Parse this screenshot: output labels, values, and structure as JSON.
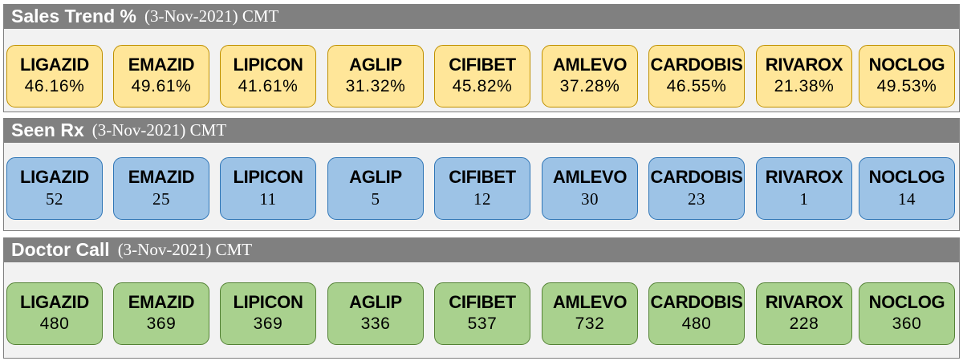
{
  "sections": [
    {
      "title": "Sales Trend %",
      "date": "(3-Nov-2021) CMT",
      "fill": "#ffe699",
      "border": "#bf9000",
      "value_font": "sans",
      "cards": [
        {
          "name": "LIGAZID",
          "value": "46.16%"
        },
        {
          "name": "EMAZID",
          "value": "49.61%"
        },
        {
          "name": "LIPICON",
          "value": "41.61%"
        },
        {
          "name": "AGLIP",
          "value": "31.32%"
        },
        {
          "name": "CIFIBET",
          "value": "45.82%"
        },
        {
          "name": "AMLEVO",
          "value": "37.28%"
        },
        {
          "name": "CARDOBIS",
          "value": "46.55%"
        },
        {
          "name": "RIVAROX",
          "value": "21.38%"
        },
        {
          "name": "NOCLOG",
          "value": "49.53%"
        }
      ]
    },
    {
      "title": "Seen Rx",
      "date": "(3-Nov-2021) CMT",
      "fill": "#9dc3e6",
      "border": "#2e75b6",
      "value_font": "serif",
      "cards": [
        {
          "name": "LIGAZID",
          "value": "52"
        },
        {
          "name": "EMAZID",
          "value": "25"
        },
        {
          "name": "LIPICON",
          "value": "11"
        },
        {
          "name": "AGLIP",
          "value": "5"
        },
        {
          "name": "CIFIBET",
          "value": "12"
        },
        {
          "name": "AMLEVO",
          "value": "30"
        },
        {
          "name": "CARDOBIS",
          "value": "23"
        },
        {
          "name": "RIVAROX",
          "value": "1"
        },
        {
          "name": "NOCLOG",
          "value": "14"
        }
      ]
    },
    {
      "title": "Doctor Call",
      "date": "(3-Nov-2021) CMT",
      "fill": "#a9d18e",
      "border": "#548235",
      "value_font": "sans",
      "cards": [
        {
          "name": "LIGAZID",
          "value": "480"
        },
        {
          "name": "EMAZID",
          "value": "369"
        },
        {
          "name": "LIPICON",
          "value": "369"
        },
        {
          "name": "AGLIP",
          "value": "336"
        },
        {
          "name": "CIFIBET",
          "value": "537"
        },
        {
          "name": "AMLEVO",
          "value": "732"
        },
        {
          "name": "CARDOBIS",
          "value": "480"
        },
        {
          "name": "RIVAROX",
          "value": "228"
        },
        {
          "name": "NOCLOG",
          "value": "360"
        }
      ]
    }
  ]
}
